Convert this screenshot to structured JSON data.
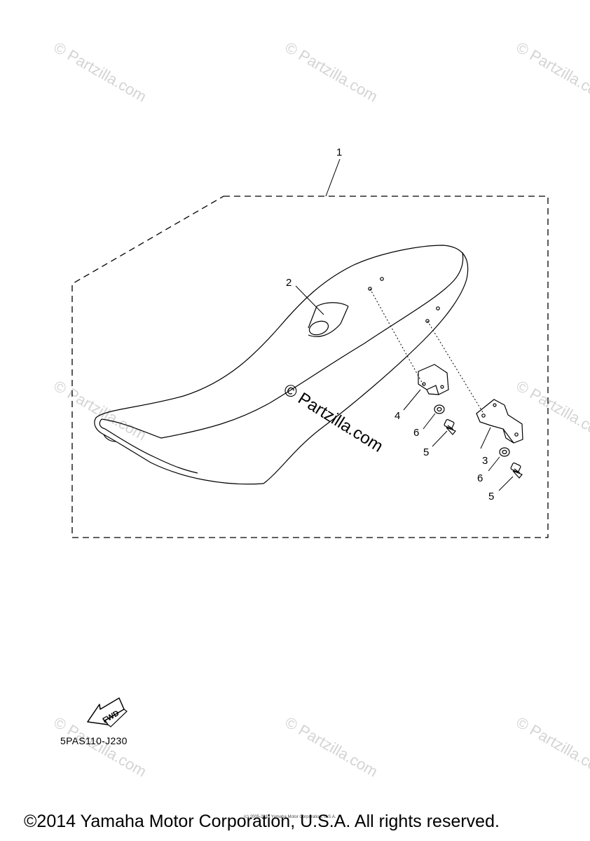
{
  "callouts": {
    "c1": "1",
    "c2": "2",
    "c3": "3",
    "c4": "4",
    "c5a": "5",
    "c5b": "5",
    "c6a": "6",
    "c6b": "6"
  },
  "watermark": {
    "center": "© Partzilla.com",
    "faint": "© Partzilla.com"
  },
  "fwd_label": "FWD",
  "diagram_code": "5PAS110-J230",
  "tiny_copyright": "(c) 2005-2016 Yamaha Motor Corporation, U.S.A.",
  "copyright": "©2014 Yamaha Motor Corporation, U.S.A. All rights reserved."
}
